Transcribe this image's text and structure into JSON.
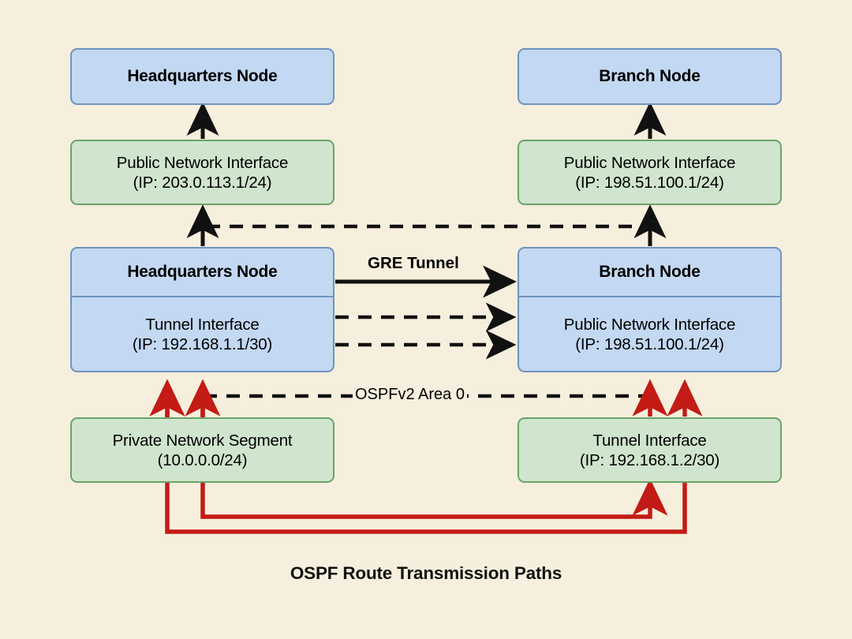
{
  "diagram": {
    "caption": "OSPF Route Transmission Paths",
    "background_color": "#f6efdd",
    "colors": {
      "node_blue_fill": "#c3d8f2",
      "node_blue_border": "#6f93bf",
      "node_green_fill": "#cfe5cd",
      "node_green_border": "#6ba368",
      "black_edge": "#111111",
      "red_route": "#c31b16"
    },
    "nodes": {
      "hq_node_top": {
        "title": "Headquarters Node"
      },
      "hq_public_interface": {
        "line1": "Public Network Interface",
        "line2": "(IP: 203.0.113.1/24)"
      },
      "hq_router": {
        "title": "Headquarters Node",
        "sub_line1": "Tunnel Interface",
        "sub_line2": "(IP: 192.168.1.1/30)"
      },
      "hq_private_segment": {
        "line1": "Private Network Segment",
        "line2": "(10.0.0.0/24)"
      },
      "branch_node_top": {
        "title": "Branch Node"
      },
      "branch_public_interface": {
        "line1": "Public Network Interface",
        "line2": "(IP: 198.51.100.1/24)"
      },
      "branch_router": {
        "title": "Branch Node",
        "sub_line1": "Public Network Interface",
        "sub_line2": "(IP: 198.51.100.1/24)"
      },
      "branch_tunnel_interface": {
        "line1": "Tunnel Interface",
        "line2": "(IP: 192.168.1.2/30)"
      }
    },
    "edge_labels": {
      "gre_tunnel": "GRE Tunnel",
      "ospf_area": "OSPFv2 Area 0"
    }
  }
}
